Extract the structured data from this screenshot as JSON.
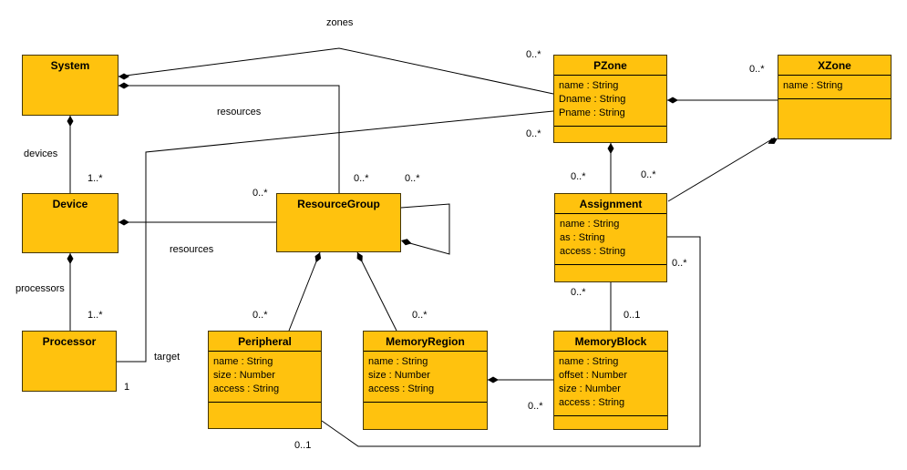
{
  "diagram": {
    "title": "System resource zoning UML class diagram",
    "colors": {
      "class_fill": "#FFC20E",
      "class_border": "#453600",
      "line_color": "#000000",
      "background": "#FFFFFF"
    },
    "classes": [
      {
        "name": "System",
        "attributes": []
      },
      {
        "name": "Device",
        "attributes": []
      },
      {
        "name": "Processor",
        "attributes": []
      },
      {
        "name": "ResourceGroup",
        "attributes": []
      },
      {
        "name": "Peripheral",
        "attributes": [
          "name : String",
          "size : Number",
          "access : String"
        ]
      },
      {
        "name": "MemoryRegion",
        "attributes": [
          "name : String",
          "size : Number",
          "access : String"
        ]
      },
      {
        "name": "MemoryBlock",
        "attributes": [
          "name : String",
          "offset : Number",
          "size : Number",
          "access : String"
        ]
      },
      {
        "name": "Assignment",
        "attributes": [
          "name : String",
          "as : String",
          "access : String"
        ]
      },
      {
        "name": "PZone",
        "attributes": [
          "name : String",
          "Dname : String",
          "Pname : String"
        ]
      },
      {
        "name": "XZone",
        "attributes": [
          "name : String"
        ]
      }
    ],
    "labels": [
      {
        "id": "zones-role",
        "text": "zones"
      },
      {
        "id": "devices-role",
        "text": "devices"
      },
      {
        "id": "devices-mult",
        "text": "1..*"
      },
      {
        "id": "processors-role",
        "text": "processors"
      },
      {
        "id": "processors-mult",
        "text": "1..*"
      },
      {
        "id": "device-resources-role",
        "text": "resources"
      },
      {
        "id": "device-resources-mult",
        "text": "0..*"
      },
      {
        "id": "system-resources-role",
        "text": "resources"
      },
      {
        "id": "system-resources-mult",
        "text": "0..*"
      },
      {
        "id": "zones-pzone-mult",
        "text": "0..*"
      },
      {
        "id": "target-pzone-mult",
        "text": "0..*"
      },
      {
        "id": "target-role",
        "text": "target"
      },
      {
        "id": "target-processor-mult",
        "text": "1"
      },
      {
        "id": "pzone-assignment-mult",
        "text": "0..*"
      },
      {
        "id": "xzone-assignment-mult",
        "text": "0..*"
      },
      {
        "id": "pzone-xzone-mult",
        "text": "0..*"
      },
      {
        "id": "assignment-memoryblock-mult",
        "text": "0..*"
      },
      {
        "id": "memoryblock-assignment-mult",
        "text": "0..1"
      },
      {
        "id": "memoryregion-memoryblock-mult",
        "text": "0..*"
      },
      {
        "id": "group-peripheral-mult",
        "text": "0..*"
      },
      {
        "id": "group-memoryregion-mult",
        "text": "0..*"
      },
      {
        "id": "group-self-mult",
        "text": "0..*"
      },
      {
        "id": "assignment-peripheral-mult",
        "text": "0..*"
      },
      {
        "id": "peripheral-assignment-mult",
        "text": "0..1"
      }
    ]
  }
}
